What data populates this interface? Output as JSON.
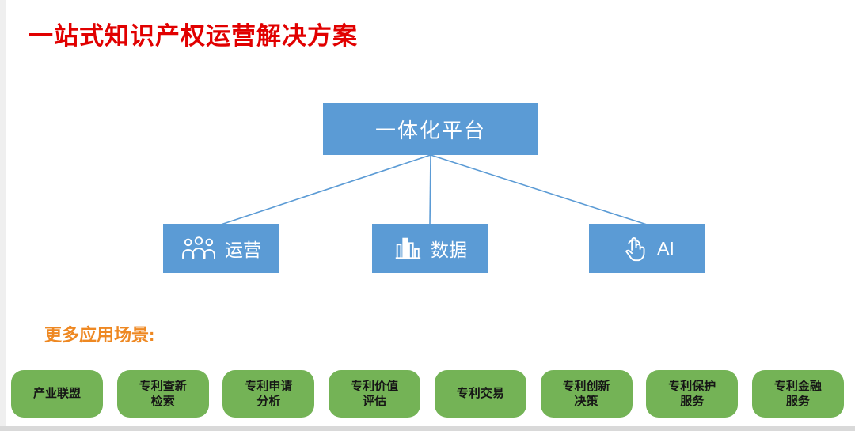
{
  "colors": {
    "title_red": "#e10000",
    "box_blue": "#5b9bd5",
    "heading_orange": "#ee8822",
    "pill_green": "#74b356",
    "pill_text": "#161616"
  },
  "page": {
    "title": "一站式知识产权运营解决方案"
  },
  "diagram": {
    "root_label": "一体化平台",
    "children": [
      {
        "label": "运营",
        "icon": "people-icon"
      },
      {
        "label": "数据",
        "icon": "bar-chart-icon"
      },
      {
        "label": "AI",
        "icon": "touch-icon"
      }
    ]
  },
  "scenarios": {
    "heading": "更多应用场景:",
    "items": [
      {
        "label": "产业联盟"
      },
      {
        "label": "专利查新\n检索"
      },
      {
        "label": "专利申请\n分析"
      },
      {
        "label": "专利价值\n评估"
      },
      {
        "label": "专利交易"
      },
      {
        "label": "专利创新\n决策"
      },
      {
        "label": "专利保护\n服务"
      },
      {
        "label": "专利金融\n服务"
      }
    ]
  }
}
